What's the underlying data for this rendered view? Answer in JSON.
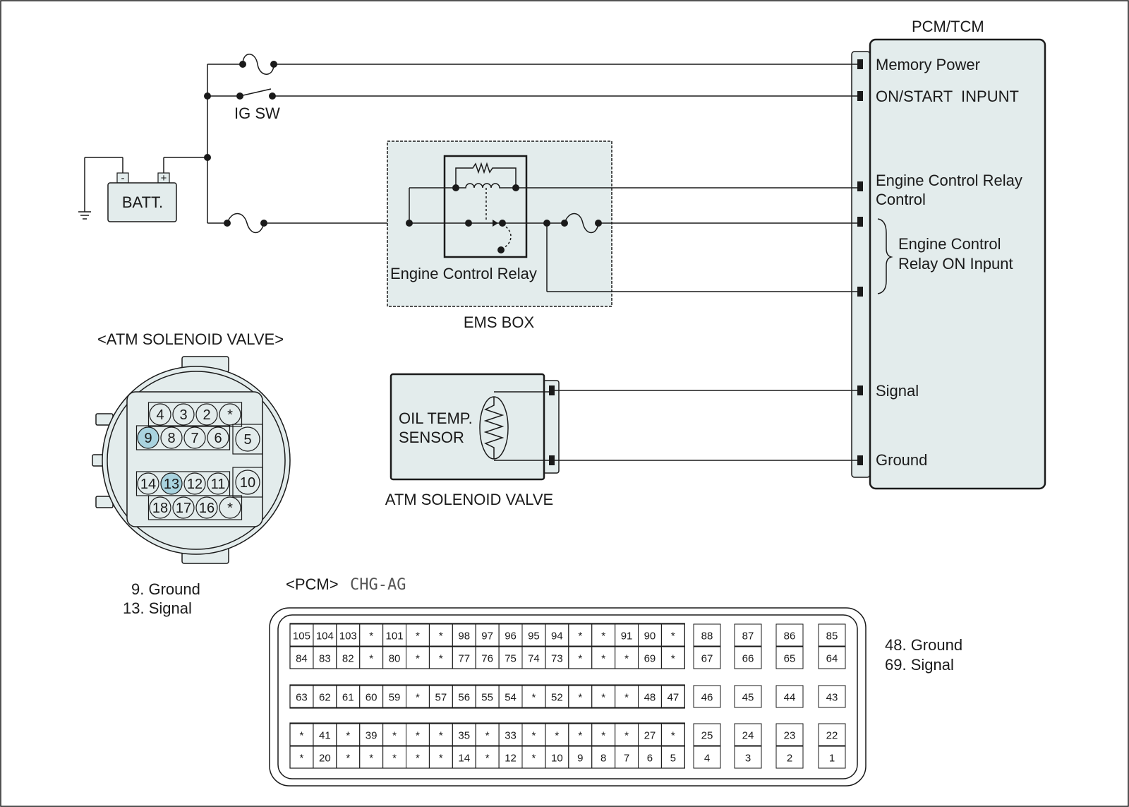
{
  "colors": {
    "module_fill": "#e3ecec",
    "highlight_pin": "#a9d3df",
    "line": "#1a1a1a"
  },
  "pcm_tcm": {
    "title": "PCM/TCM",
    "pins": {
      "memory_power": "Memory Power",
      "on_start_input": "ON/START  INPUNT",
      "ecr_control_1": "Engine Control Relay",
      "ecr_control_2": "Control",
      "ecr_on_input_1": "Engine Control",
      "ecr_on_input_2": "Relay ON Inpunt",
      "signal": "Signal",
      "ground": "Ground"
    }
  },
  "power": {
    "ig_sw": "IG SW",
    "battery": "BATT.",
    "batt_minus": "-",
    "batt_plus": "+"
  },
  "ems": {
    "box_label": "EMS BOX",
    "relay_label": "Engine Control Relay"
  },
  "oil_sensor": {
    "line1": "OIL TEMP.",
    "line2": "SENSOR",
    "caption": "ATM SOLENOID VALVE"
  },
  "atm_connector": {
    "title": "<ATM SOLENOID VALVE>",
    "row1": [
      "4",
      "3",
      "2",
      "*"
    ],
    "row2": [
      "9",
      "8",
      "7",
      "6"
    ],
    "big_top": "5",
    "row3": [
      "14",
      "13",
      "12",
      "11"
    ],
    "big_bottom": "10",
    "row4": [
      "18",
      "17",
      "16",
      "*"
    ],
    "highlighted": [
      "9",
      "13"
    ],
    "legend": [
      "9. Ground",
      "13. Signal"
    ]
  },
  "pcm_connector": {
    "title": "<PCM>",
    "code": "CHG-AG",
    "rows": [
      [
        "105",
        "104",
        "103",
        "*",
        "101",
        "*",
        "*",
        "98",
        "97",
        "96",
        "95",
        "94",
        "*",
        "*",
        "91",
        "90",
        "*"
      ],
      [
        "84",
        "83",
        "82",
        "*",
        "80",
        "*",
        "*",
        "77",
        "76",
        "75",
        "74",
        "73",
        "*",
        "*",
        "*",
        "69",
        "*"
      ],
      [
        "63",
        "62",
        "61",
        "60",
        "59",
        "*",
        "57",
        "56",
        "55",
        "54",
        "*",
        "52",
        "*",
        "*",
        "*",
        "48",
        "47"
      ],
      [
        "*",
        "41",
        "*",
        "39",
        "*",
        "*",
        "*",
        "35",
        "*",
        "33",
        "*",
        "*",
        "*",
        "*",
        "*",
        "27",
        "*"
      ],
      [
        "*",
        "20",
        "*",
        "*",
        "*",
        "*",
        "*",
        "14",
        "*",
        "12",
        "*",
        "10",
        "9",
        "8",
        "7",
        "6",
        "5"
      ]
    ],
    "side_columns": [
      [
        "88",
        "67",
        "46",
        "25",
        "4"
      ],
      [
        "87",
        "66",
        "45",
        "24",
        "3"
      ],
      [
        "86",
        "65",
        "44",
        "23",
        "2"
      ],
      [
        "85",
        "64",
        "43",
        "22",
        "1"
      ]
    ],
    "legend": [
      "48. Ground",
      "69. Signal"
    ]
  }
}
